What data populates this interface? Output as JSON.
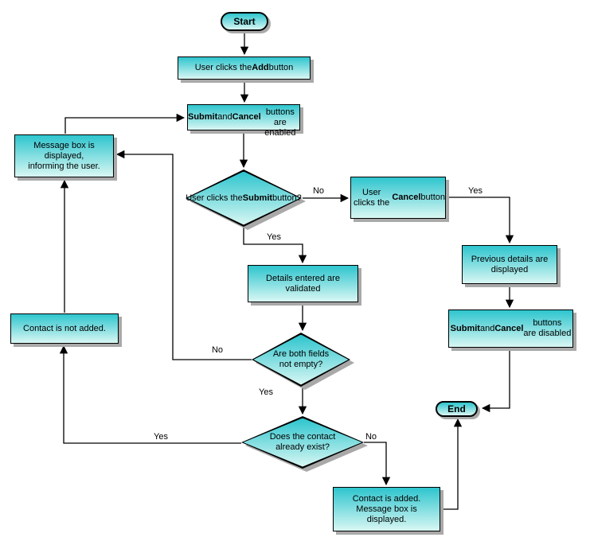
{
  "palette": {
    "background": "#ffffff",
    "node-top": "#2ec5ce",
    "node-bottom": "#d9f7f3",
    "node-border": "#000000",
    "shadow": "#a9a9a9",
    "connector": "#000000"
  },
  "nodes": {
    "start": {
      "type": "terminator",
      "text_runs": [
        {
          "text": "Start",
          "bold": true
        }
      ]
    },
    "add_clicked": {
      "type": "process",
      "text_runs": [
        {
          "text": "User clicks the ",
          "bold": false
        },
        {
          "text": "Add",
          "bold": true
        },
        {
          "text": " button",
          "bold": false
        }
      ]
    },
    "buttons_enabled": {
      "type": "process",
      "text_runs": [
        {
          "text": "Submit",
          "bold": true
        },
        {
          "text": " and ",
          "bold": false
        },
        {
          "text": "Cancel",
          "bold": true
        },
        {
          "text": "\nbuttons are enabled",
          "bold": false
        }
      ]
    },
    "submit_question": {
      "type": "decision",
      "text_runs": [
        {
          "text": "User clicks the\n",
          "bold": false
        },
        {
          "text": "Submit",
          "bold": true
        },
        {
          "text": " button?",
          "bold": false
        }
      ]
    },
    "cancel_clicked": {
      "type": "process",
      "text_runs": [
        {
          "text": "User clicks the\n",
          "bold": false
        },
        {
          "text": "Cancel",
          "bold": true
        },
        {
          "text": " button",
          "bold": false
        }
      ]
    },
    "previous_details": {
      "type": "process",
      "text_runs": [
        {
          "text": "Previous details are\ndisplayed",
          "bold": false
        }
      ]
    },
    "buttons_disabled": {
      "type": "process",
      "text_runs": [
        {
          "text": "Submit",
          "bold": true
        },
        {
          "text": " and ",
          "bold": false
        },
        {
          "text": "Cancel",
          "bold": true
        },
        {
          "text": " buttons\nare disabled",
          "bold": false
        }
      ]
    },
    "details_validated": {
      "type": "process",
      "text_runs": [
        {
          "text": "Details entered are\nvalidated",
          "bold": false
        }
      ]
    },
    "fields_question": {
      "type": "decision",
      "text_runs": [
        {
          "text": "Are both fields\nnot empty?",
          "bold": false
        }
      ]
    },
    "exist_question": {
      "type": "decision",
      "text_runs": [
        {
          "text": "Does the contact\nalready exist?",
          "bold": false
        }
      ]
    },
    "message_box": {
      "type": "process",
      "text_runs": [
        {
          "text": "Message box is\ndisplayed,\ninforming the user.",
          "bold": false
        }
      ]
    },
    "contact_not_added": {
      "type": "process",
      "text_runs": [
        {
          "text": "Contact is not added.",
          "bold": false
        }
      ]
    },
    "contact_added": {
      "type": "process",
      "text_runs": [
        {
          "text": "Contact is added.\nMessage box is\ndisplayed.",
          "bold": false
        }
      ]
    },
    "end": {
      "type": "terminator",
      "text_runs": [
        {
          "text": "End",
          "bold": true
        }
      ]
    }
  },
  "edge_labels": {
    "submit_no": "No",
    "cancel_yes": "Yes",
    "submit_yes": "Yes",
    "fields_no": "No",
    "fields_yes": "Yes",
    "exist_yes": "Yes",
    "exist_no": "No"
  }
}
